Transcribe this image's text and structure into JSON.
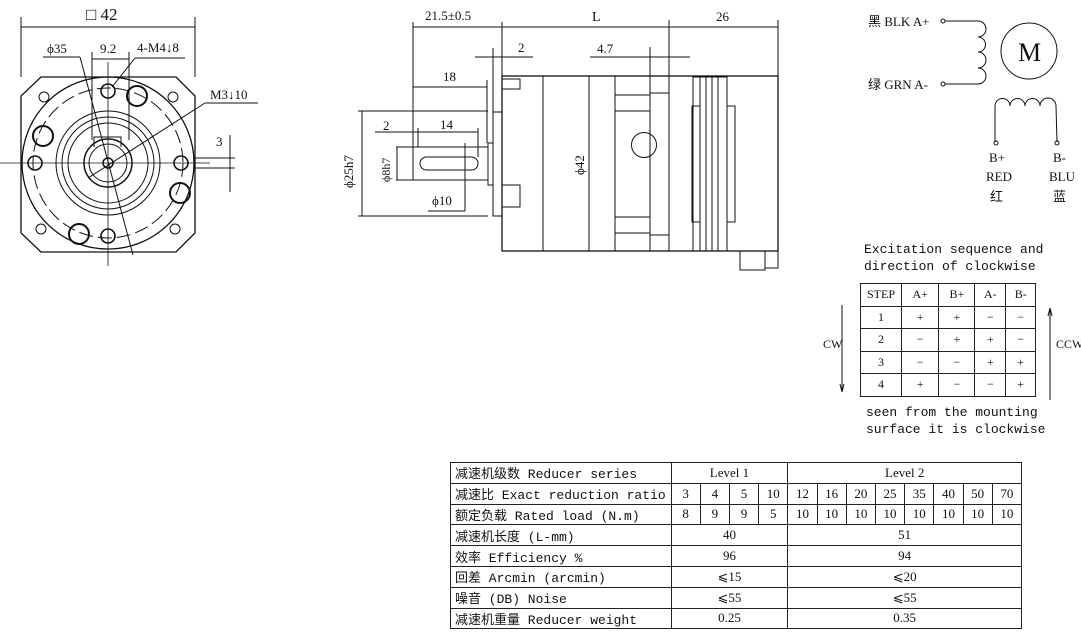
{
  "front_view": {
    "square_size": "□ 42",
    "pcd": "ϕ35",
    "offset": "9.2",
    "holes": "4-M4↓8",
    "center_tap": "M3↓10",
    "key_height": "3"
  },
  "side_view": {
    "shaft_length": "21.5±0.5",
    "length_L": "L",
    "motor_length": "26",
    "flange_thickness": "2",
    "dim_4_7": "4.7",
    "dim_18": "18",
    "dim_2": "2",
    "key_length": "14",
    "pilot_dia": "ϕ25h7",
    "shaft_dia": "ϕ8h7",
    "shoulder_dia": "ϕ10",
    "body_dia": "ϕ42"
  },
  "wiring": {
    "a_plus": "黑 BLK A+",
    "a_minus": "绿 GRN A-",
    "motor_symbol": "M",
    "b_plus": "B+",
    "b_plus_color": "RED",
    "b_plus_cn": "红",
    "b_minus": "B-",
    "b_minus_color": "BLU",
    "b_minus_cn": "蓝"
  },
  "excitation": {
    "title_line1": "Excitation sequence and",
    "title_line2": "direction of clockwise",
    "headers": [
      "STEP",
      "A+",
      "B+",
      "A-",
      "B-"
    ],
    "rows": [
      [
        "1",
        "+",
        "+",
        "−",
        "−"
      ],
      [
        "2",
        "−",
        "+",
        "+",
        "−"
      ],
      [
        "3",
        "−",
        "−",
        "+",
        "+"
      ],
      [
        "4",
        "+",
        "−",
        "−",
        "+"
      ]
    ],
    "cw_label": "CW",
    "ccw_label": "CCW",
    "note_line1": "seen from the mounting",
    "note_line2": "surface it is clockwise"
  },
  "spec_table": {
    "series_label": "减速机级数 Reducer series",
    "level1": "Level 1",
    "level2": "Level 2",
    "ratio_label": "减速比 Exact reduction ratio",
    "ratios": [
      "3",
      "4",
      "5",
      "10",
      "12",
      "16",
      "20",
      "25",
      "35",
      "40",
      "50",
      "70"
    ],
    "load_label": "额定负载 Rated load (N.m)",
    "loads": [
      "8",
      "9",
      "9",
      "5",
      "10",
      "10",
      "10",
      "10",
      "10",
      "10",
      "10",
      "10"
    ],
    "length_label": "减速机长度 (L-mm)",
    "length": [
      "40",
      "51"
    ],
    "efficiency_label": "效率 Efficiency %",
    "efficiency": [
      "96",
      "94"
    ],
    "backlash_label": "回差 Arcmin (arcmin)",
    "backlash": [
      "⩽15",
      "⩽20"
    ],
    "noise_label": "噪音 (DB) Noise",
    "noise": [
      "⩽55",
      "⩽55"
    ],
    "weight_label": "减速机重量 Reducer weight",
    "weight": [
      "0.25",
      "0.35"
    ]
  }
}
